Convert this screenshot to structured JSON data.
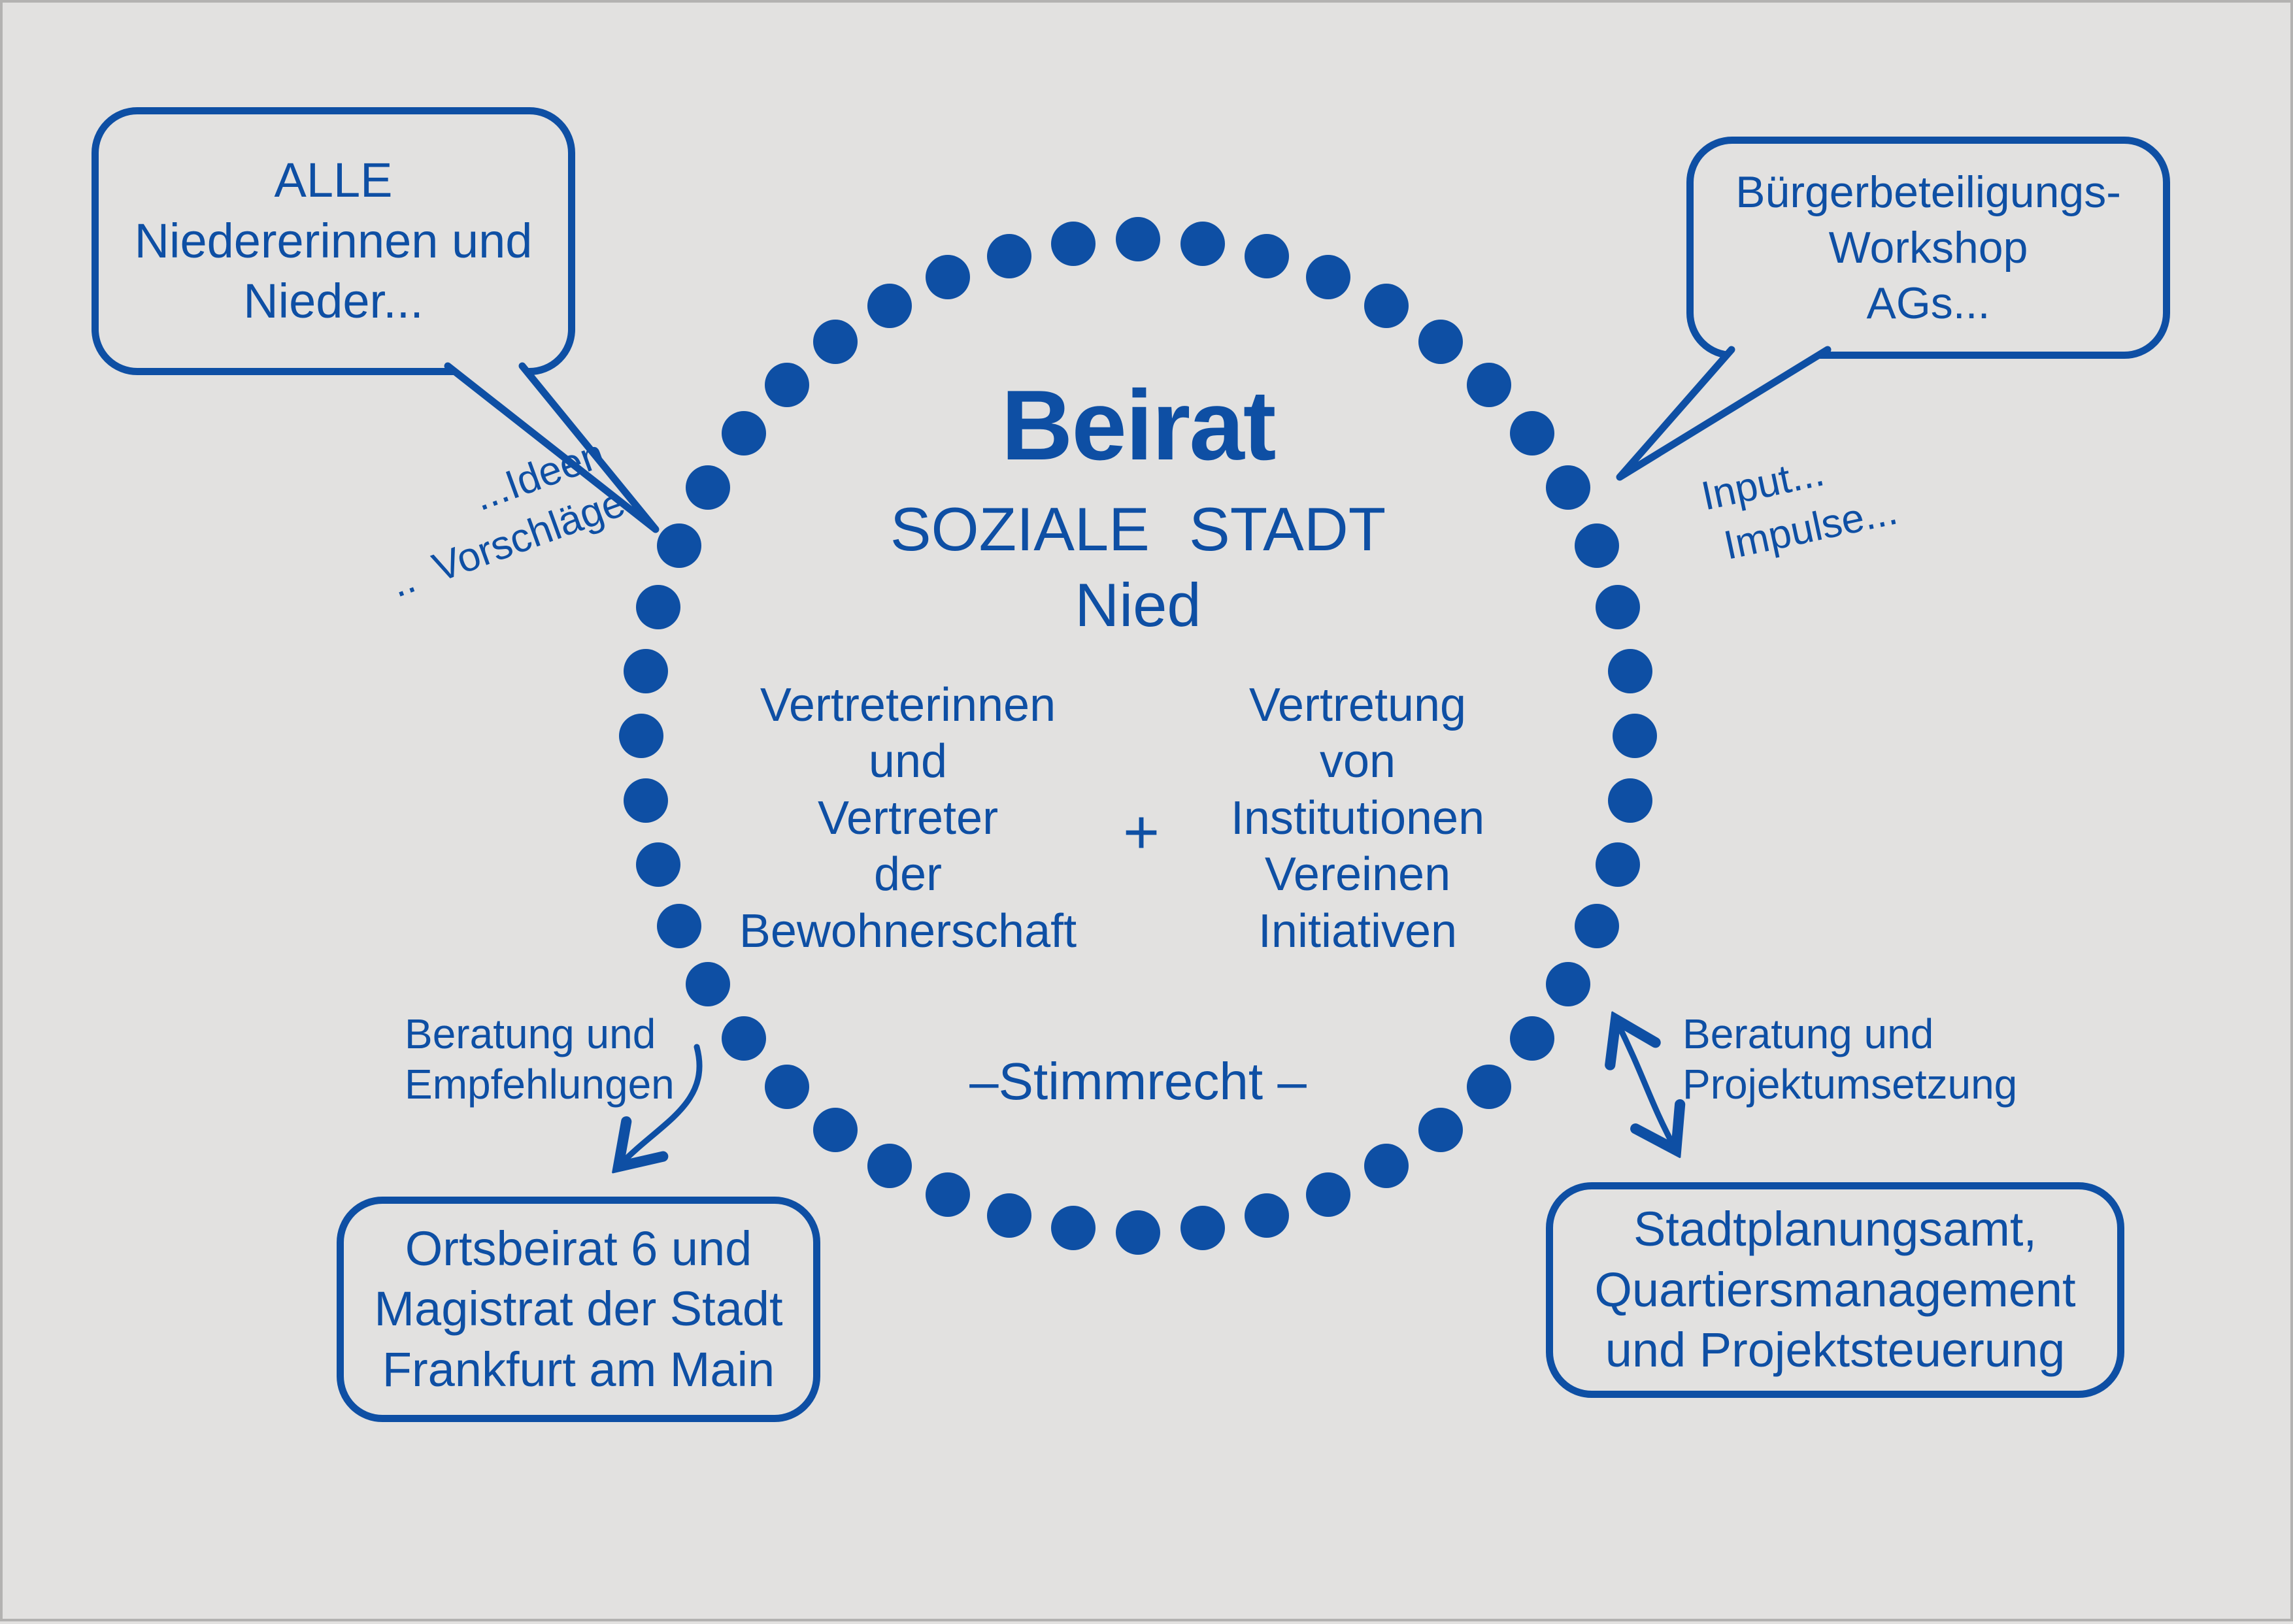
{
  "colors": {
    "accent": "#0e4fa4",
    "background": "#e2e1e0"
  },
  "circle": {
    "dot_count": 48
  },
  "center": {
    "title": "Beirat",
    "subtitle": "SOZIALE STADT",
    "subtitle2": "Nied",
    "left_column": {
      "lines": [
        "Vertreterinnen",
        "und",
        "Vertreter",
        "der",
        "Bewohnerschaft"
      ]
    },
    "plus": "+",
    "right_column": {
      "lines": [
        "Vertretung",
        "von",
        "Institutionen",
        "Vereinen",
        "Initiativen"
      ]
    },
    "bottom_note": "–Stimmrecht  –"
  },
  "bubbles": {
    "top_left": {
      "lines": [
        "ALLE",
        "Niedererinnen und",
        "Nieder..."
      ]
    },
    "top_right": {
      "lines": [
        "Bürgerbeteiligungs-",
        "Workshop",
        "AGs..."
      ]
    }
  },
  "boxes": {
    "bottom_left": {
      "lines": [
        "Ortsbeirat 6 und",
        "Magistrat der Stadt",
        "Frankfurt am Main"
      ]
    },
    "bottom_right": {
      "lines": [
        "Stadtplanungsamt,",
        "Quartiersmanagement",
        "und Projektsteuerung"
      ]
    }
  },
  "annotations": {
    "ideen": {
      "lines": [
        "...Ideen",
        "..  Vorschläge"
      ]
    },
    "input": {
      "lines": [
        "Input...",
        "Impulse..."
      ]
    },
    "beratung_links": {
      "lines": [
        "Beratung und",
        "Empfehlungen"
      ]
    },
    "beratung_rechts": {
      "lines": [
        "Beratung und",
        "Projektumsetzung"
      ]
    }
  }
}
